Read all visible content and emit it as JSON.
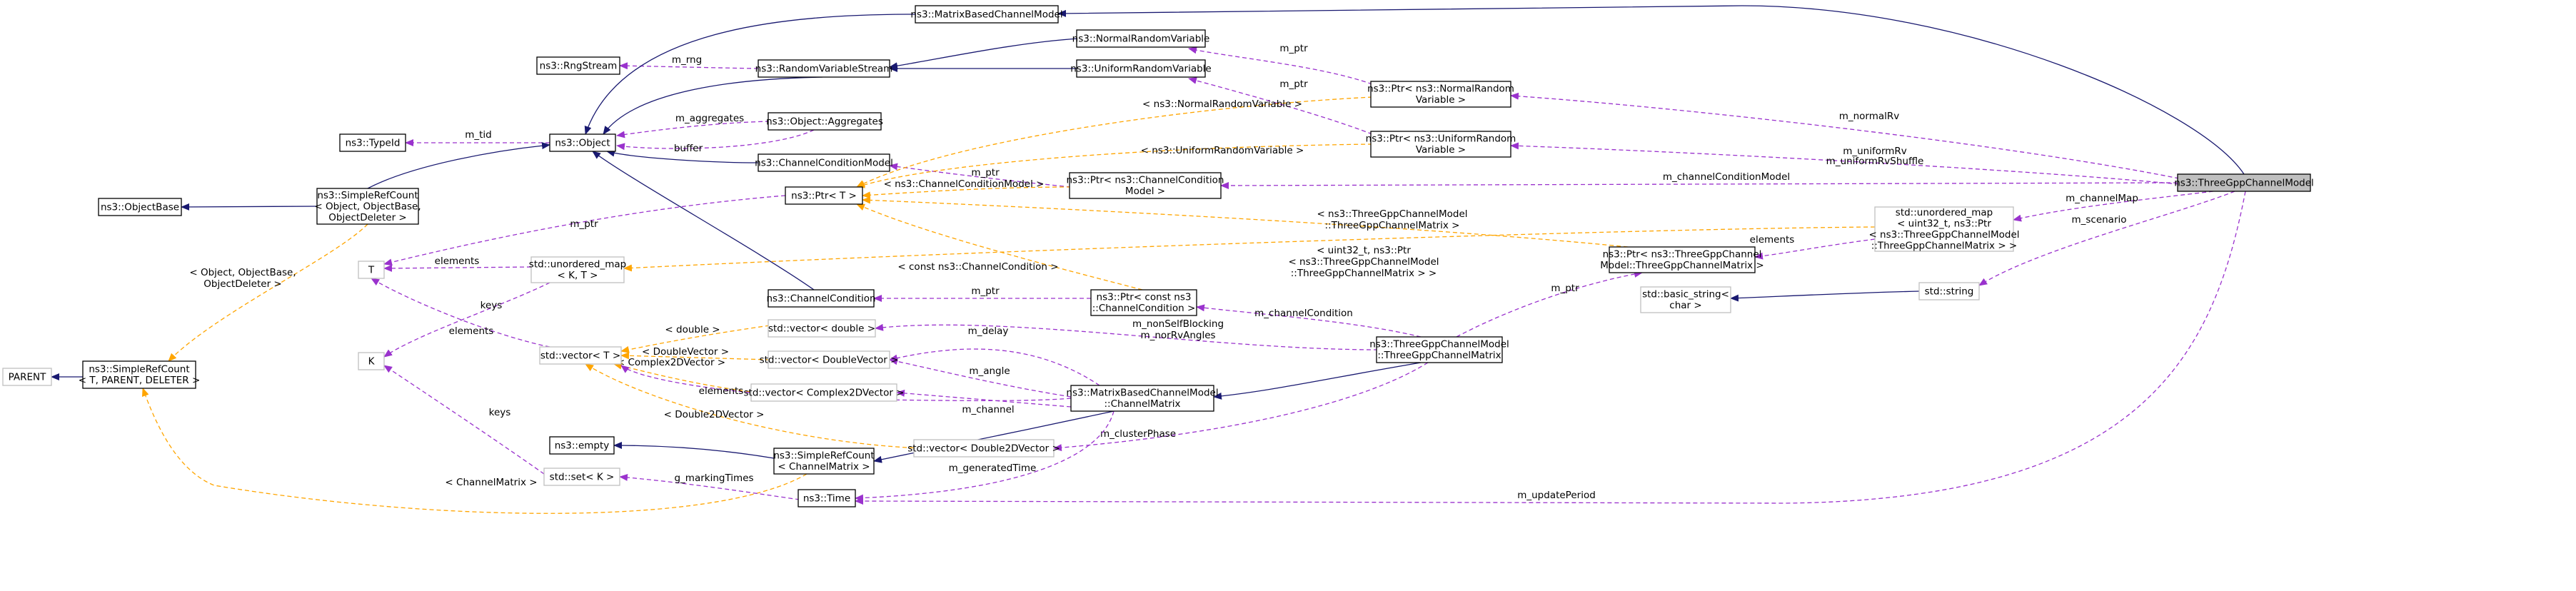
{
  "colors": {
    "inherit": "#191970",
    "usage": "#9a32cd",
    "template": "#ffa500",
    "node_border": "#000000",
    "node_border_light": "#bfbfbf",
    "focus_fill": "#bfbfbf"
  },
  "nodes": [
    {
      "id": "mbcm",
      "lines": [
        "ns3::MatrixBasedChannelModel"
      ]
    },
    {
      "id": "nrv",
      "lines": [
        "ns3::NormalRandomVariable"
      ]
    },
    {
      "id": "urv",
      "lines": [
        "ns3::UniformRandomVariable"
      ]
    },
    {
      "id": "rngstream",
      "lines": [
        "ns3::RngStream"
      ]
    },
    {
      "id": "rvs",
      "lines": [
        "ns3::RandomVariableStream"
      ]
    },
    {
      "id": "typeid",
      "lines": [
        "ns3::TypeId"
      ]
    },
    {
      "id": "object",
      "lines": [
        "ns3::Object"
      ]
    },
    {
      "id": "aggregates",
      "lines": [
        "ns3::Object::Aggregates"
      ]
    },
    {
      "id": "ccm",
      "lines": [
        "ns3::ChannelConditionModel"
      ]
    },
    {
      "id": "ptrT",
      "lines": [
        "ns3::Ptr< T >"
      ]
    },
    {
      "id": "ptr_nrv",
      "lines": [
        "ns3::Ptr< ns3::NormalRandom",
        "Variable >"
      ]
    },
    {
      "id": "ptr_urv",
      "lines": [
        "ns3::Ptr< ns3::UniformRandom",
        "Variable >"
      ]
    },
    {
      "id": "ptr_ccm",
      "lines": [
        "ns3::Ptr< ns3::ChannelCondition",
        "Model >"
      ]
    },
    {
      "id": "objectbase",
      "lines": [
        "ns3::ObjectBase"
      ]
    },
    {
      "id": "srcobj",
      "lines": [
        "ns3::SimpleRefCount",
        "< Object, ObjectBase,",
        "ObjectDeleter >"
      ]
    },
    {
      "id": "T",
      "lines": [
        "T"
      ]
    },
    {
      "id": "umapKT",
      "lines": [
        "std::unordered_map",
        "< K, T >"
      ]
    },
    {
      "id": "channelcond",
      "lines": [
        "ns3::ChannelCondition"
      ]
    },
    {
      "id": "ptr_cc",
      "lines": [
        "ns3::Ptr< const ns3",
        "::ChannelCondition >"
      ]
    },
    {
      "id": "K",
      "lines": [
        "K"
      ]
    },
    {
      "id": "vecT",
      "lines": [
        "std::vector< T >"
      ]
    },
    {
      "id": "vec_double",
      "lines": [
        "std::vector< double >"
      ]
    },
    {
      "id": "vec_dvec",
      "lines": [
        "std::vector< DoubleVector >"
      ]
    },
    {
      "id": "vec_c2d",
      "lines": [
        "std::vector< Complex2DVector >"
      ]
    },
    {
      "id": "vec_d2d",
      "lines": [
        "std::vector< Double2DVector >"
      ]
    },
    {
      "id": "parent",
      "lines": [
        "PARENT"
      ]
    },
    {
      "id": "srcT",
      "lines": [
        "ns3::SimpleRefCount",
        "< T, PARENT, DELETER >"
      ]
    },
    {
      "id": "empty",
      "lines": [
        "ns3::empty"
      ]
    },
    {
      "id": "setK",
      "lines": [
        "std::set< K >"
      ]
    },
    {
      "id": "src_cm",
      "lines": [
        "ns3::SimpleRefCount",
        "< ChannelMatrix >"
      ]
    },
    {
      "id": "time",
      "lines": [
        "ns3::Time"
      ]
    },
    {
      "id": "chmatrix",
      "lines": [
        "ns3::MatrixBasedChannelModel",
        "::ChannelMatrix"
      ]
    },
    {
      "id": "tgpp_cm",
      "lines": [
        "ns3::ThreeGppChannelModel",
        "::ThreeGppChannelMatrix"
      ]
    },
    {
      "id": "ptr_tgpp",
      "lines": [
        "ns3::Ptr< ns3::ThreeGppChannel",
        "Model::ThreeGppChannelMatrix >"
      ]
    },
    {
      "id": "umap_tgpp",
      "lines": [
        "std::unordered_map",
        "< uint32_t, ns3::Ptr",
        "< ns3::ThreeGppChannelModel",
        "::ThreeGppChannelMatrix > >"
      ]
    },
    {
      "id": "basic_string",
      "lines": [
        "std::basic_string<",
        "char >"
      ]
    },
    {
      "id": "string",
      "lines": [
        "std::string"
      ]
    },
    {
      "id": "tgpp_model",
      "lines": [
        "ns3::ThreeGppChannelModel"
      ]
    }
  ],
  "edges": [
    {
      "id": "e_mbcm_tgpp",
      "lines": []
    },
    {
      "id": "e_nrv_ptrnrv",
      "lines": [
        "m_ptr"
      ]
    },
    {
      "id": "e_urv_ptrurv",
      "lines": [
        "m_ptr"
      ]
    },
    {
      "id": "e_rng",
      "lines": [
        "m_rng"
      ]
    },
    {
      "id": "e_rvs_nrv",
      "lines": []
    },
    {
      "id": "e_rvs_urv",
      "lines": []
    },
    {
      "id": "e_obj_rvs",
      "lines": []
    },
    {
      "id": "e_obj_mbcm",
      "lines": []
    },
    {
      "id": "e_tid",
      "lines": [
        "m_tid"
      ]
    },
    {
      "id": "e_aggr",
      "lines": [
        "m_aggregates"
      ]
    },
    {
      "id": "e_buffer",
      "lines": [
        "buffer"
      ]
    },
    {
      "id": "e_obj_ccm",
      "lines": []
    },
    {
      "id": "e_obj_cc",
      "lines": []
    },
    {
      "id": "e_ccm_ptr",
      "lines": [
        "m_ptr"
      ]
    },
    {
      "id": "e_ptrT_nrv",
      "lines": [
        "< ns3::NormalRandomVariable >"
      ]
    },
    {
      "id": "e_ptrT_urv",
      "lines": [
        "< ns3::UniformRandomVariable >"
      ]
    },
    {
      "id": "e_ptrT_ccm",
      "lines": [
        "< ns3::ChannelConditionModel >"
      ]
    },
    {
      "id": "e_ptrT_tgpp",
      "lines": [
        "< ns3::ThreeGppChannelModel",
        "::ThreeGppChannelMatrix >"
      ]
    },
    {
      "id": "e_ptrT_cc",
      "lines": [
        "< const ns3::ChannelCondition >"
      ]
    },
    {
      "id": "e_ptrnrv_model",
      "lines": [
        "m_normalRv"
      ]
    },
    {
      "id": "e_ptrurv_model",
      "lines": [
        "m_uniformRv",
        "m_uniformRvShuffle"
      ]
    },
    {
      "id": "e_ptrccm_model",
      "lines": [
        "m_channelConditionModel"
      ]
    },
    {
      "id": "e_ob_src",
      "lines": []
    },
    {
      "id": "e_srcobj_obj",
      "lines": []
    },
    {
      "id": "e_srcT_srcobj",
      "lines": [
        "< Object, ObjectBase,",
        "ObjectDeleter >"
      ]
    },
    {
      "id": "e_T_ptrT",
      "lines": [
        "m_ptr"
      ]
    },
    {
      "id": "e_T_umap",
      "lines": [
        "elements"
      ]
    },
    {
      "id": "e_umap_umaptgpp",
      "lines": [
        "< uint32_t, ns3::Ptr",
        "< ns3::ThreeGppChannelModel",
        "::ThreeGppChannelMatrix > >"
      ]
    },
    {
      "id": "e_K_umap",
      "lines": [
        "keys"
      ]
    },
    {
      "id": "e_T_vec",
      "lines": [
        "elements"
      ]
    },
    {
      "id": "e_cc_ptrcc",
      "lines": [
        "m_ptr"
      ]
    },
    {
      "id": "e_ptrcc_tgppcm",
      "lines": [
        "m_channelCondition"
      ]
    },
    {
      "id": "e_vec_double",
      "lines": [
        "< double >"
      ]
    },
    {
      "id": "e_vec_dvec",
      "lines": [
        "< DoubleVector >"
      ]
    },
    {
      "id": "e_vec_c2d",
      "lines": [
        "< Complex2DVector >"
      ]
    },
    {
      "id": "e_vec_d2d",
      "lines": [
        "< Double2DVector >"
      ]
    },
    {
      "id": "e_vdouble_elems",
      "lines": [
        "elements"
      ]
    },
    {
      "id": "e_vdouble_tgpp",
      "lines": [
        "m_nonSelfBlocking",
        "m_norRvAngles"
      ]
    },
    {
      "id": "e_vdvec_delay",
      "lines": [
        "m_delay"
      ]
    },
    {
      "id": "e_vdvec_angle",
      "lines": [
        "m_angle"
      ]
    },
    {
      "id": "e_vc2d_channel",
      "lines": [
        "m_channel"
      ]
    },
    {
      "id": "e_vd2d_cluster",
      "lines": [
        "m_clusterPhase"
      ]
    },
    {
      "id": "e_parent_srcT",
      "lines": []
    },
    {
      "id": "e_K_set",
      "lines": [
        "keys"
      ]
    },
    {
      "id": "e_srcT_srccm",
      "lines": [
        "< ChannelMatrix >"
      ]
    },
    {
      "id": "e_empty_srccm",
      "lines": []
    },
    {
      "id": "e_set_time",
      "lines": [
        "g_markingTimes"
      ]
    },
    {
      "id": "e_srccm_chm",
      "lines": []
    },
    {
      "id": "e_chm_tgppcm",
      "lines": []
    },
    {
      "id": "e_time_chm",
      "lines": [
        "m_generatedTime"
      ]
    },
    {
      "id": "e_time_model",
      "lines": [
        "m_updatePeriod"
      ]
    },
    {
      "id": "e_tgppcm_ptr",
      "lines": [
        "m_ptr"
      ]
    },
    {
      "id": "e_ptrtgpp_umap",
      "lines": [
        "elements"
      ]
    },
    {
      "id": "e_umap_model",
      "lines": [
        "m_channelMap"
      ]
    },
    {
      "id": "e_bstr_str",
      "lines": []
    },
    {
      "id": "e_str_model",
      "lines": [
        "m_scenario"
      ]
    }
  ]
}
